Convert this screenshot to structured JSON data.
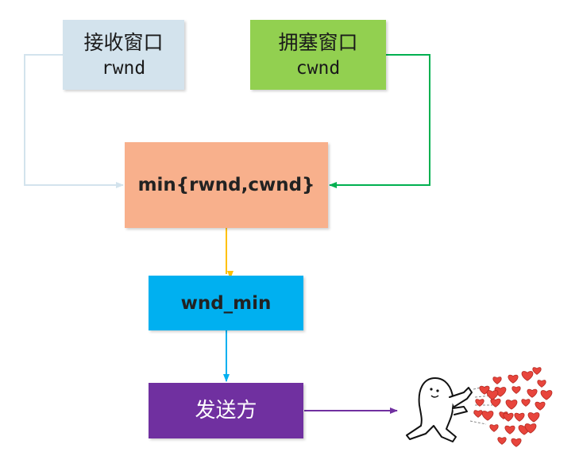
{
  "colors": {
    "rwnd_box": "#d3e3ed",
    "cwnd_box": "#92d050",
    "min_box": "#f8b08c",
    "wnd_min_box": "#00b0f0",
    "sender_box": "#7030a0",
    "rwnd_line": "#d3e3ed",
    "cwnd_line": "#00b050",
    "min_to_wnd_line": "#ffc000",
    "wnd_to_sender_line": "#00b0f0",
    "sender_out_line": "#7030a0",
    "heart": "#e8453c"
  },
  "nodes": {
    "rwnd": {
      "title": "接收窗口",
      "label": "rwnd"
    },
    "cwnd": {
      "title": "拥塞窗口",
      "label": "cwnd"
    },
    "min": {
      "label": "min{rwnd,cwnd}"
    },
    "wnd_min": {
      "label": "wnd_min"
    },
    "sender": {
      "label": "发送方"
    }
  },
  "illustration": {
    "icon": "character-throwing-hearts-icon"
  }
}
